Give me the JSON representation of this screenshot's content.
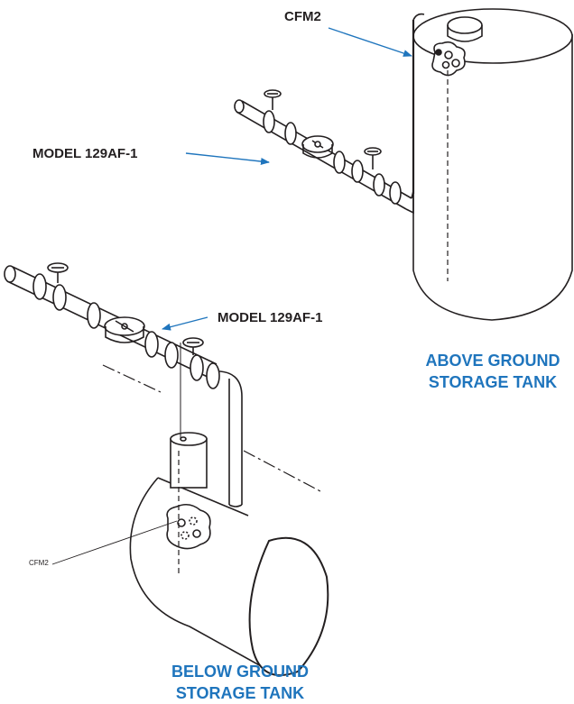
{
  "labels": {
    "cfm2_top": "CFM2",
    "model_top": "MODEL 129AF-1",
    "model_bottom": "MODEL 129AF-1",
    "cfm2_bottom": "CFM2"
  },
  "captions": {
    "above_line1": "ABOVE GROUND",
    "above_line2": "STORAGE TANK",
    "below_line1": "BELOW GROUND",
    "below_line2": "STORAGE TANK"
  },
  "colors": {
    "caption": "#1f75bd",
    "arrow": "#1f75bd",
    "line": "#231f20",
    "text": "#231f20"
  }
}
